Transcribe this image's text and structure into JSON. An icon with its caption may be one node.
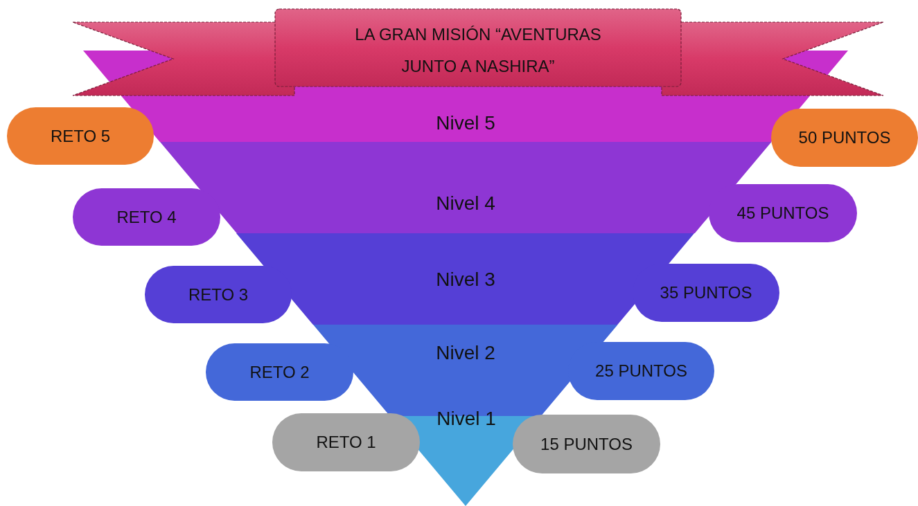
{
  "diagram": {
    "nodes": [
      {
        "text": [
          "LA GRAN MISIÓN “AVENTURAS JUNTO A NASHIRA”"
        ]
      },
      {
        "text": [
          "RETO 5"
        ]
      },
      {
        "text": [
          "Nivel 5"
        ]
      },
      {
        "text": [
          "50 PUNTOS"
        ]
      },
      {
        "text": [
          "RETO 4"
        ]
      },
      {
        "text": [
          "Nivel 4"
        ]
      },
      {
        "text": [
          "45 PUNTOS"
        ]
      },
      {
        "text": [
          "RETO 3"
        ]
      },
      {
        "text": [
          "Nivel 3"
        ]
      },
      {
        "text": [
          "35 PUNTOS"
        ]
      },
      {
        "text": [
          "RETO 2"
        ]
      },
      {
        "text": [
          "Nivel 2"
        ]
      },
      {
        "text": [
          "25 PUNTOS"
        ]
      },
      {
        "text": [
          "RETO 1"
        ]
      },
      {
        "text": [
          "Nivel 1"
        ]
      },
      {
        "text": [
          "15 PUNTOS"
        ]
      }
    ]
  }
}
